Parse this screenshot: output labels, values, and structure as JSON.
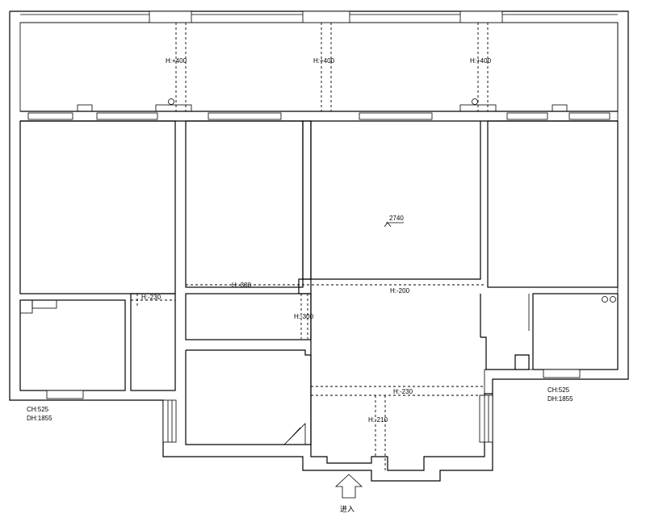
{
  "ceiling_labels": {
    "balcony_1": "H:+400",
    "balcony_2": "H:+400",
    "balcony_3": "H:+400",
    "floor_level": "2740",
    "hall_left": "H:-300",
    "hall_right": "H:-200",
    "corridor_left": "H:-230",
    "corridor_center": "H:-300",
    "entry_top": "H:-230",
    "entry_center": "H:-210"
  },
  "window_notes": {
    "left_ch": "CH:525",
    "left_dh": "DH:1855",
    "right_ch": "CH:525",
    "right_dh": "DH:1855"
  },
  "entrance_label": "进入"
}
